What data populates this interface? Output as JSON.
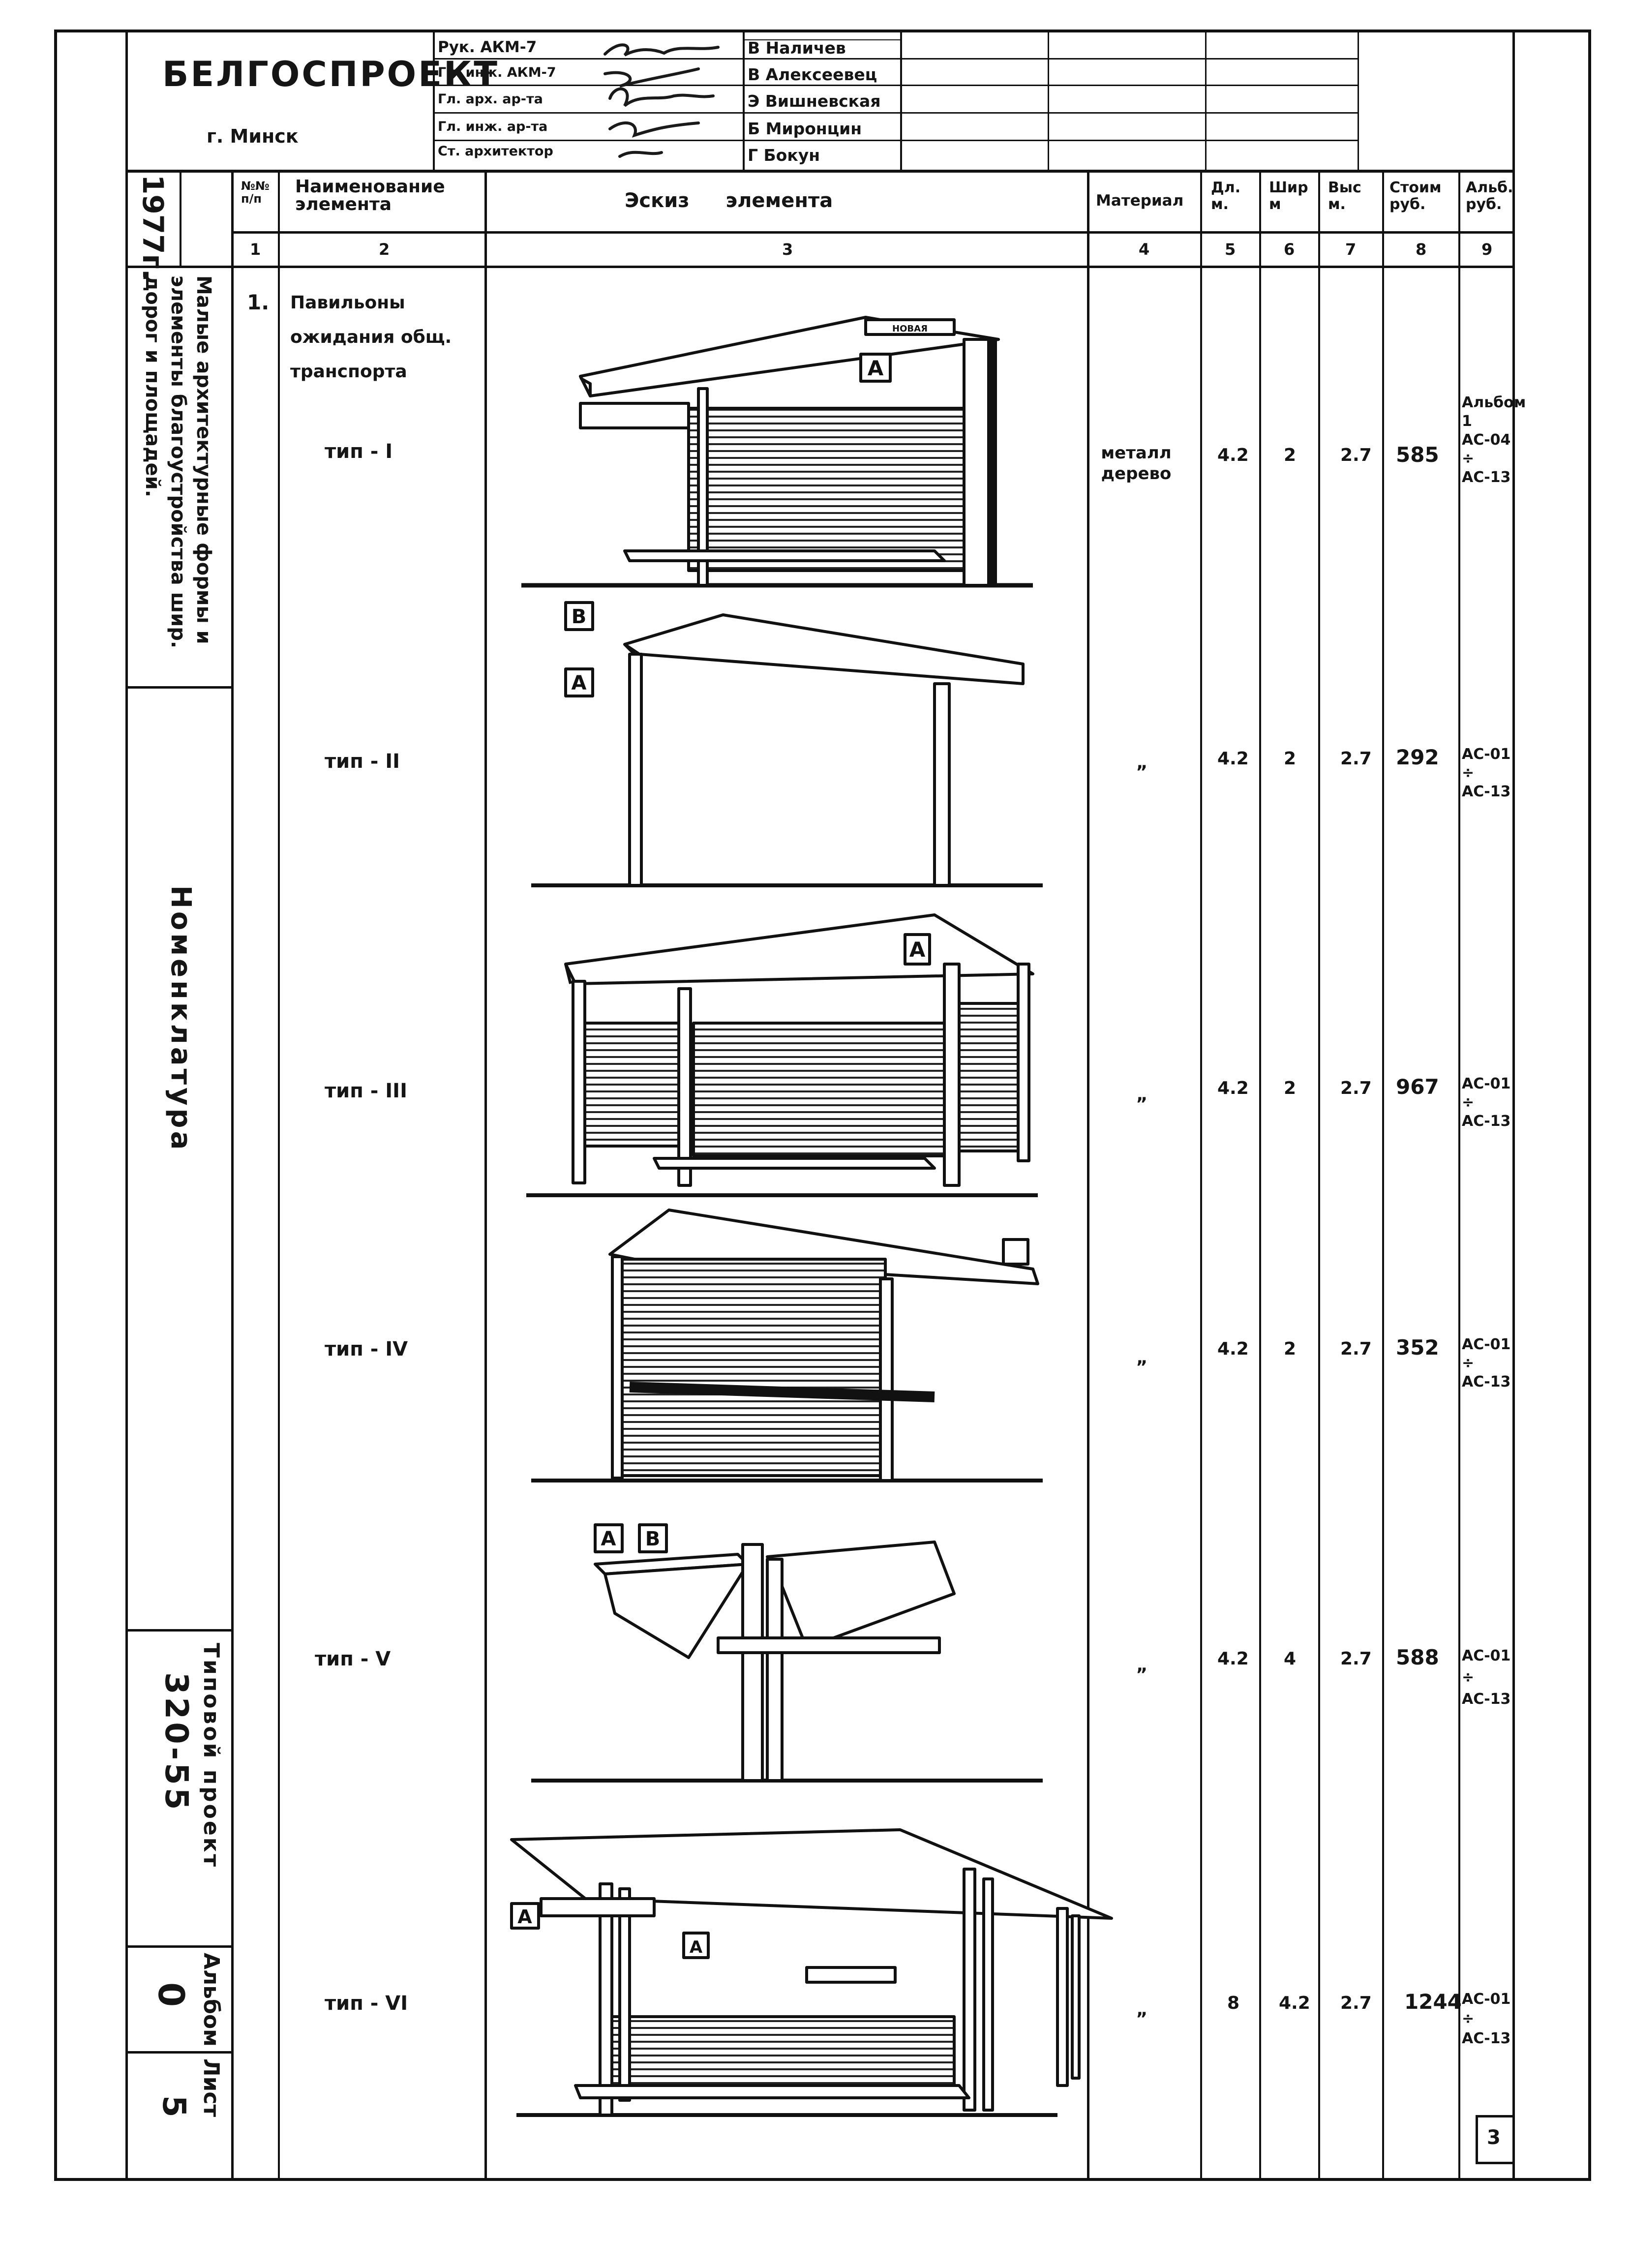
{
  "org": {
    "name": "БЕЛГОСПРОЕКТ",
    "city": "г. Минск"
  },
  "signatures": [
    {
      "role": "Рук. АКМ-7",
      "name": "В Наличев"
    },
    {
      "role": "Гл. инж. АКМ-7",
      "name": "В Алексеевец"
    },
    {
      "role": "Гл. арх. ар-та",
      "name": "Э Вишневская"
    },
    {
      "role": "Гл. инж. ар-та",
      "name": "Б Миронцин"
    },
    {
      "role": "Ст. архитектор",
      "name": "Г Бокун"
    }
  ],
  "headers": {
    "num": "№№ п/п",
    "name": "Наименование элемента",
    "sketch": "Эскиз элемента",
    "material": "Материал",
    "length": "Дл. м.",
    "width": "Шир м",
    "height": "Выс м.",
    "cost": "Стоим руб.",
    "album": "Альб. руб."
  },
  "col_numbers": [
    "1",
    "2",
    "3",
    "4",
    "5",
    "6",
    "7",
    "8",
    "9"
  ],
  "side": {
    "year": "1977г.",
    "category": "Малые архитектурные формы и элементы благоустройства шир. дорог и площадей.",
    "title": "Номенклатура",
    "project_label": "Типовой проект",
    "project_number": "320-55",
    "album_label": "Альбом",
    "album_number": "0",
    "sheet_label": "Лист",
    "sheet_number": "5"
  },
  "item": {
    "num": "1.",
    "name_line1": "Павильоны",
    "name_line2": "ожидания общ.",
    "name_line3": "транспорта"
  },
  "rows": [
    {
      "type": "тип - I",
      "material": "металл дерево",
      "length": "4.2",
      "width": "2",
      "height": "2.7",
      "cost": "585",
      "album": "Альбом 1 АС-04 ÷ АС-13"
    },
    {
      "type": "тип - II",
      "material": "„",
      "length": "4.2",
      "width": "2",
      "height": "2.7",
      "cost": "292",
      "album": "АС-01 ÷ АС-13"
    },
    {
      "type": "тип - III",
      "material": "„",
      "length": "4.2",
      "width": "2",
      "height": "2.7",
      "cost": "967",
      "album": "АС-01 ÷ АС-13"
    },
    {
      "type": "тип - IV",
      "material": "„",
      "length": "4.2",
      "width": "2",
      "height": "2.7",
      "cost": "352",
      "album": "АС-01 ÷ АС-13"
    },
    {
      "type": "тип - V",
      "material": "„",
      "length": "4.2",
      "width": "4",
      "height": "2.7",
      "cost": "588",
      "album": "АС-01 ÷ АС-13"
    },
    {
      "type": "тип - VI",
      "material": "„",
      "length": "8",
      "width": "4.2",
      "height": "2.7",
      "cost": "1244",
      "album": "АС-01 ÷ АС-13"
    }
  ],
  "sketch_labels": {
    "a": "A",
    "b": "B",
    "plate": "НОВАЯ"
  },
  "page_mark": "3"
}
